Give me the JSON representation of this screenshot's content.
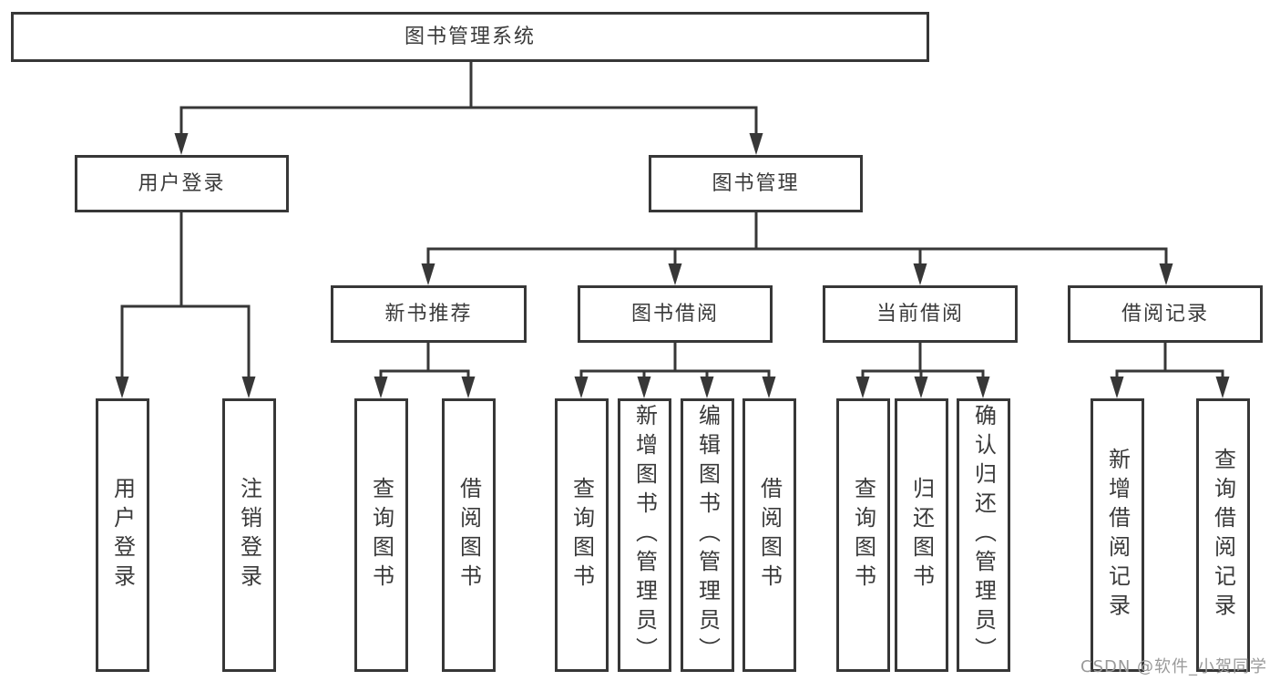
{
  "colors": {
    "line": "#373737",
    "text": "#3a3a3a",
    "watermark": "#9a9a9a",
    "background": "#ffffff"
  },
  "nodes": {
    "root": "图书管理系统",
    "user_login_branch": "用户登录",
    "book_mgmt_branch": "图书管理",
    "new_book_recommend": "新书推荐",
    "book_borrowing": "图书借阅",
    "current_borrowing": "当前借阅",
    "borrowing_records": "借阅记录",
    "leaf_user_login": "用户登录",
    "leaf_logout": "注销登录",
    "leaf_rec_query_books": "查询图书",
    "leaf_rec_borrow_books": "借阅图书",
    "leaf_bb_query_books": "查询图书",
    "leaf_bb_add_books_admin": "新增图书（管理员）",
    "leaf_bb_edit_books_admin": "编辑图书（管理员）",
    "leaf_bb_borrow_books": "借阅图书",
    "leaf_cb_query_books": "查询图书",
    "leaf_cb_return_books": "归还图书",
    "leaf_cb_confirm_return_admin": "确认归还（管理员）",
    "leaf_br_add_record": "新增借阅记录",
    "leaf_br_query_record": "查询借阅记录"
  },
  "watermark": "CSDN @软件_小贺同学"
}
